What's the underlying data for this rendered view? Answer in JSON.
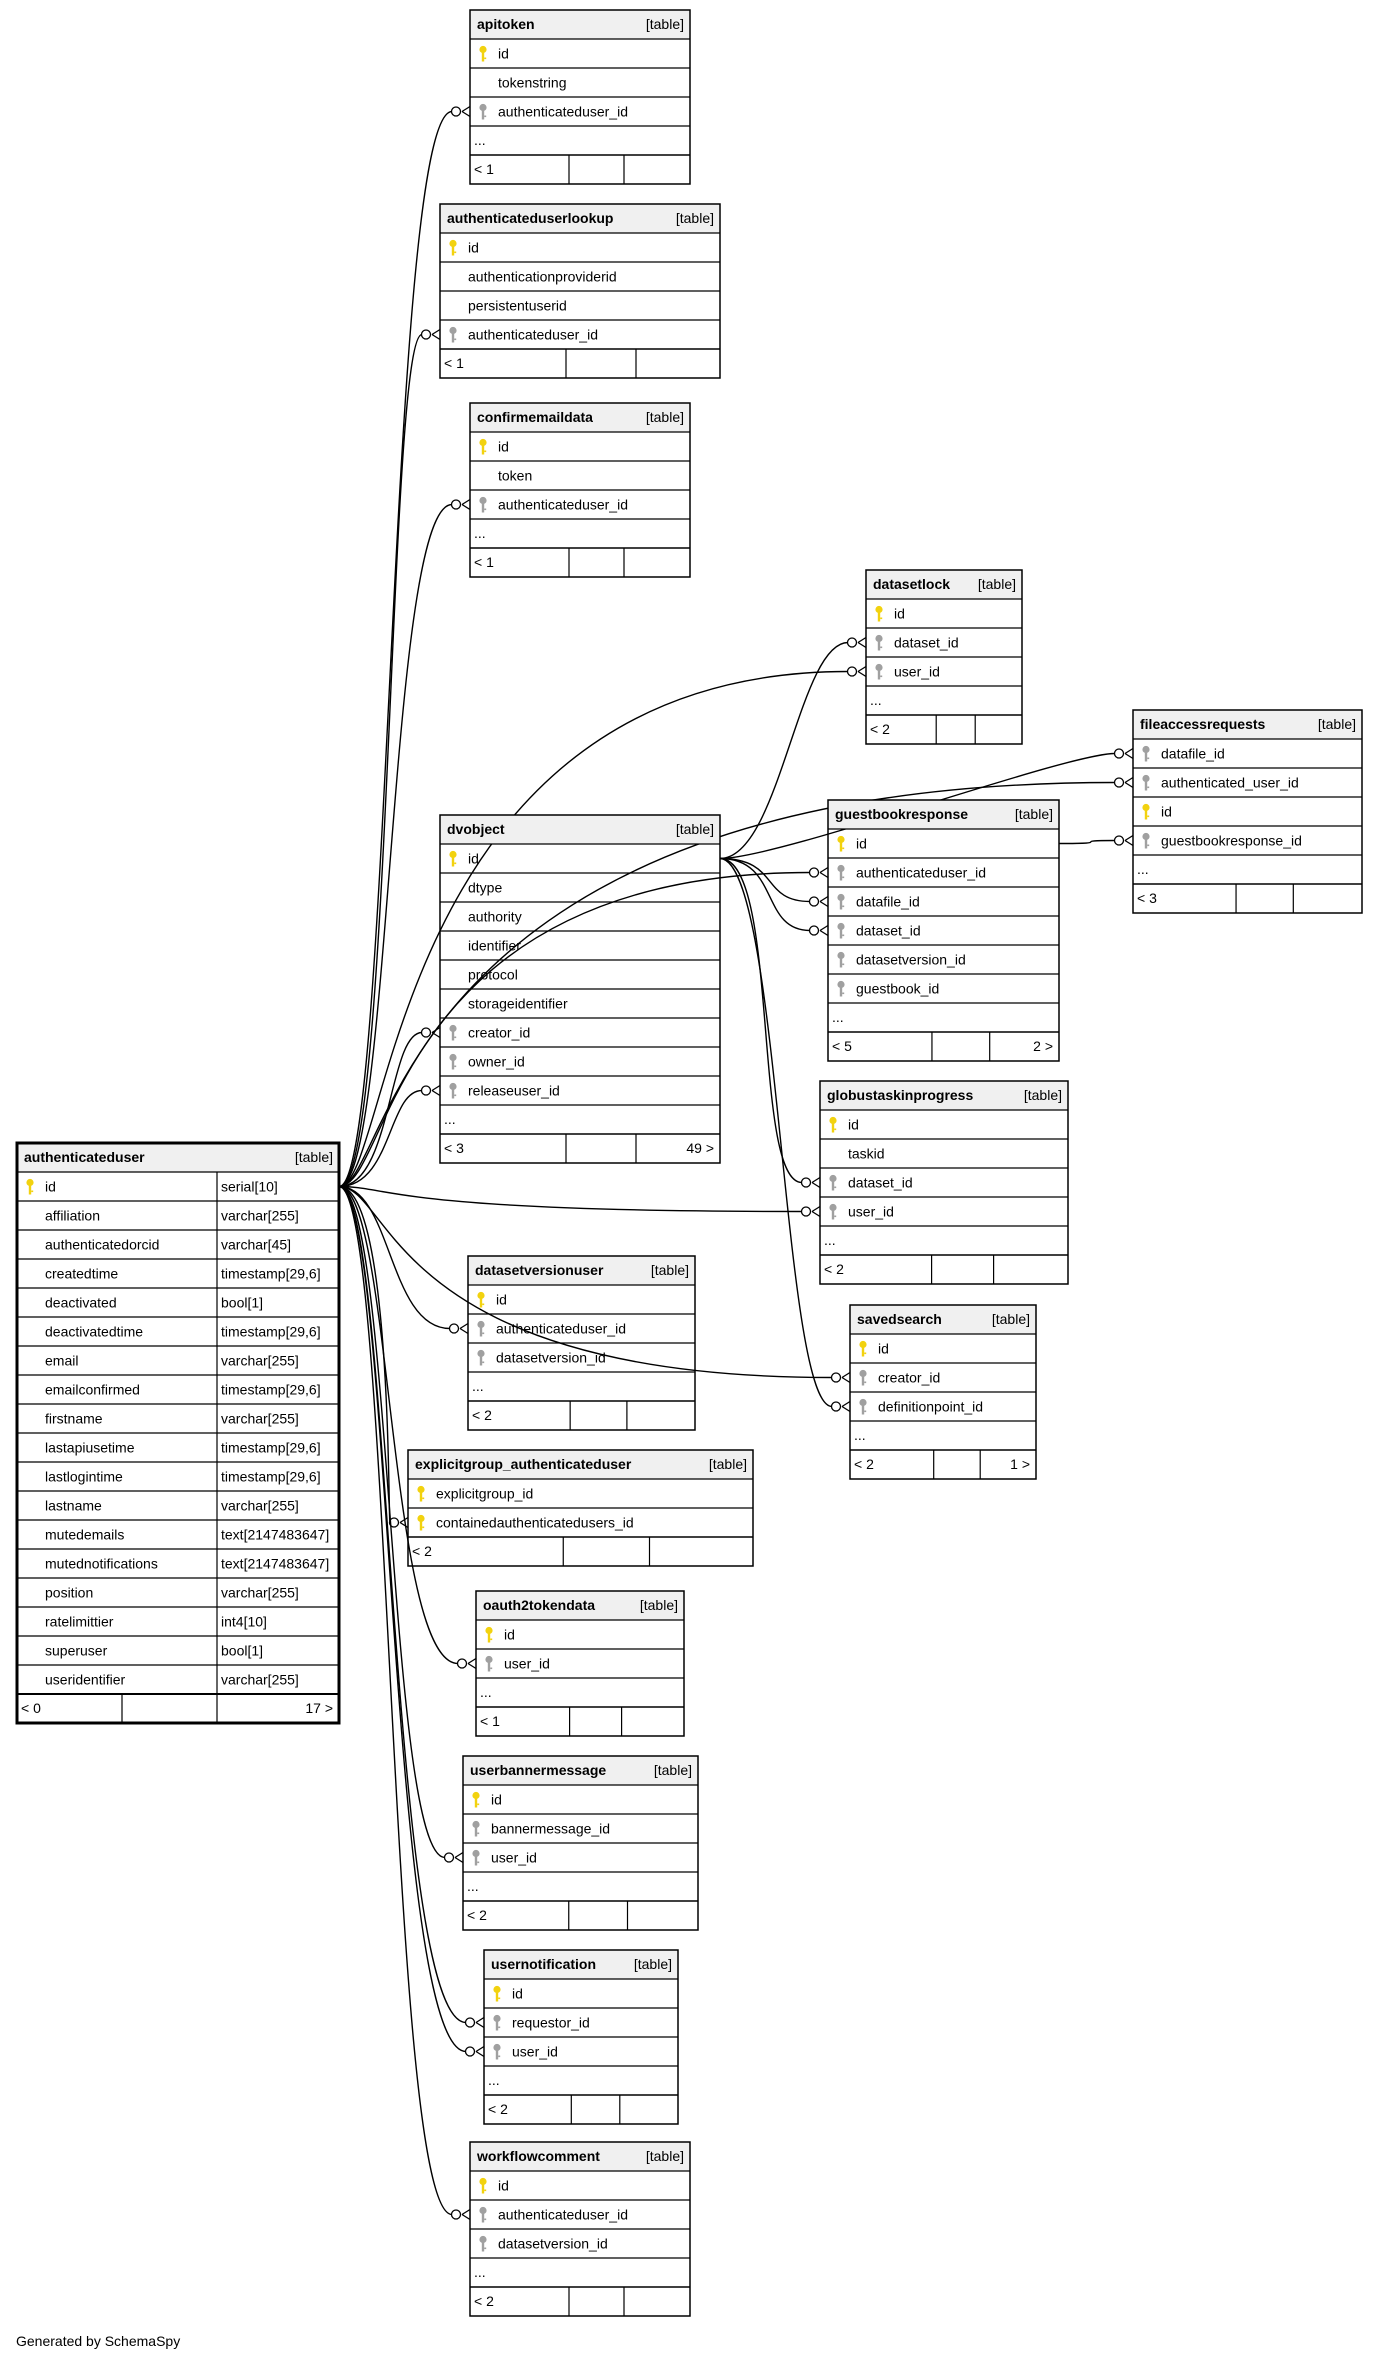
{
  "footer": "Generated by SchemaSpy",
  "colors": {
    "pk_key": "#f2d20f",
    "fk_key": "#a0a0a0",
    "header_bg": "#f0f0f0",
    "line": "#000000"
  },
  "tables": [
    {
      "name": "apitoken",
      "type": "[table]",
      "rows": [
        {
          "name": "id",
          "key": "pk"
        },
        {
          "name": "tokenstring",
          "key": ""
        },
        {
          "name": "authenticateduser_id",
          "key": "fk"
        }
      ],
      "ellipsis": "...",
      "footer": {
        "left": "< 1",
        "right": ""
      }
    },
    {
      "name": "authenticateduserlookup",
      "type": "[table]",
      "rows": [
        {
          "name": "id",
          "key": "pk"
        },
        {
          "name": "authenticationproviderid",
          "key": ""
        },
        {
          "name": "persistentuserid",
          "key": ""
        },
        {
          "name": "authenticateduser_id",
          "key": "fk"
        }
      ],
      "ellipsis": "",
      "footer": {
        "left": "< 1",
        "right": ""
      }
    },
    {
      "name": "confirmemaildata",
      "type": "[table]",
      "rows": [
        {
          "name": "id",
          "key": "pk"
        },
        {
          "name": "token",
          "key": ""
        },
        {
          "name": "authenticateduser_id",
          "key": "fk"
        }
      ],
      "ellipsis": "...",
      "footer": {
        "left": "< 1",
        "right": ""
      }
    },
    {
      "name": "datasetlock",
      "type": "[table]",
      "rows": [
        {
          "name": "id",
          "key": "pk"
        },
        {
          "name": "dataset_id",
          "key": "fk"
        },
        {
          "name": "user_id",
          "key": "fk"
        }
      ],
      "ellipsis": "...",
      "footer": {
        "left": "< 2",
        "right": ""
      }
    },
    {
      "name": "fileaccessrequests",
      "type": "[table]",
      "rows": [
        {
          "name": "datafile_id",
          "key": "fk"
        },
        {
          "name": "authenticated_user_id",
          "key": "fk"
        },
        {
          "name": "id",
          "key": "pk"
        },
        {
          "name": "guestbookresponse_id",
          "key": "fk"
        }
      ],
      "ellipsis": "...",
      "footer": {
        "left": "< 3",
        "right": ""
      }
    },
    {
      "name": "guestbookresponse",
      "type": "[table]",
      "rows": [
        {
          "name": "id",
          "key": "pk"
        },
        {
          "name": "authenticateduser_id",
          "key": "fk"
        },
        {
          "name": "datafile_id",
          "key": "fk"
        },
        {
          "name": "dataset_id",
          "key": "fk"
        },
        {
          "name": "datasetversion_id",
          "key": "fk"
        },
        {
          "name": "guestbook_id",
          "key": "fk"
        }
      ],
      "ellipsis": "...",
      "footer": {
        "left": "< 5",
        "right": "2 >"
      }
    },
    {
      "name": "dvobject",
      "type": "[table]",
      "rows": [
        {
          "name": "id",
          "key": "pk"
        },
        {
          "name": "dtype",
          "key": ""
        },
        {
          "name": "authority",
          "key": ""
        },
        {
          "name": "identifier",
          "key": ""
        },
        {
          "name": "protocol",
          "key": ""
        },
        {
          "name": "storageidentifier",
          "key": ""
        },
        {
          "name": "creator_id",
          "key": "fk"
        },
        {
          "name": "owner_id",
          "key": "fk"
        },
        {
          "name": "releaseuser_id",
          "key": "fk"
        }
      ],
      "ellipsis": "...",
      "footer": {
        "left": "< 3",
        "right": "49 >"
      }
    },
    {
      "name": "globustaskinprogress",
      "type": "[table]",
      "rows": [
        {
          "name": "id",
          "key": "pk"
        },
        {
          "name": "taskid",
          "key": ""
        },
        {
          "name": "dataset_id",
          "key": "fk"
        },
        {
          "name": "user_id",
          "key": "fk"
        }
      ],
      "ellipsis": "...",
      "footer": {
        "left": "< 2",
        "right": ""
      }
    },
    {
      "name": "authenticateduser",
      "type": "[table]",
      "rows": [
        {
          "name": "id",
          "key": "pk",
          "dtype": "serial[10]"
        },
        {
          "name": "affiliation",
          "key": "",
          "dtype": "varchar[255]"
        },
        {
          "name": "authenticatedorcid",
          "key": "",
          "dtype": "varchar[45]"
        },
        {
          "name": "createdtime",
          "key": "",
          "dtype": "timestamp[29,6]"
        },
        {
          "name": "deactivated",
          "key": "",
          "dtype": "bool[1]"
        },
        {
          "name": "deactivatedtime",
          "key": "",
          "dtype": "timestamp[29,6]"
        },
        {
          "name": "email",
          "key": "",
          "dtype": "varchar[255]"
        },
        {
          "name": "emailconfirmed",
          "key": "",
          "dtype": "timestamp[29,6]"
        },
        {
          "name": "firstname",
          "key": "",
          "dtype": "varchar[255]"
        },
        {
          "name": "lastapiusetime",
          "key": "",
          "dtype": "timestamp[29,6]"
        },
        {
          "name": "lastlogintime",
          "key": "",
          "dtype": "timestamp[29,6]"
        },
        {
          "name": "lastname",
          "key": "",
          "dtype": "varchar[255]"
        },
        {
          "name": "mutedemails",
          "key": "",
          "dtype": "text[2147483647]"
        },
        {
          "name": "mutednotifications",
          "key": "",
          "dtype": "text[2147483647]"
        },
        {
          "name": "position",
          "key": "",
          "dtype": "varchar[255]"
        },
        {
          "name": "ratelimittier",
          "key": "",
          "dtype": "int4[10]"
        },
        {
          "name": "superuser",
          "key": "",
          "dtype": "bool[1]"
        },
        {
          "name": "useridentifier",
          "key": "",
          "dtype": "varchar[255]"
        }
      ],
      "ellipsis": "",
      "footer": {
        "left": "< 0",
        "right": "17 >"
      }
    },
    {
      "name": "datasetversionuser",
      "type": "[table]",
      "rows": [
        {
          "name": "id",
          "key": "pk"
        },
        {
          "name": "authenticateduser_id",
          "key": "fk"
        },
        {
          "name": "datasetversion_id",
          "key": "fk"
        }
      ],
      "ellipsis": "...",
      "footer": {
        "left": "< 2",
        "right": ""
      }
    },
    {
      "name": "savedsearch",
      "type": "[table]",
      "rows": [
        {
          "name": "id",
          "key": "pk"
        },
        {
          "name": "creator_id",
          "key": "fk"
        },
        {
          "name": "definitionpoint_id",
          "key": "fk"
        }
      ],
      "ellipsis": "...",
      "footer": {
        "left": "< 2",
        "right": "1 >"
      }
    },
    {
      "name": "explicitgroup_authenticateduser",
      "type": "[table]",
      "rows": [
        {
          "name": "explicitgroup_id",
          "key": "pk"
        },
        {
          "name": "containedauthenticatedusers_id",
          "key": "pk"
        }
      ],
      "ellipsis": "",
      "footer": {
        "left": "< 2",
        "right": ""
      }
    },
    {
      "name": "oauth2tokendata",
      "type": "[table]",
      "rows": [
        {
          "name": "id",
          "key": "pk"
        },
        {
          "name": "user_id",
          "key": "fk"
        }
      ],
      "ellipsis": "...",
      "footer": {
        "left": "< 1",
        "right": ""
      }
    },
    {
      "name": "userbannermessage",
      "type": "[table]",
      "rows": [
        {
          "name": "id",
          "key": "pk"
        },
        {
          "name": "bannermessage_id",
          "key": "fk"
        },
        {
          "name": "user_id",
          "key": "fk"
        }
      ],
      "ellipsis": "...",
      "footer": {
        "left": "< 2",
        "right": ""
      }
    },
    {
      "name": "usernotification",
      "type": "[table]",
      "rows": [
        {
          "name": "id",
          "key": "pk"
        },
        {
          "name": "requestor_id",
          "key": "fk"
        },
        {
          "name": "user_id",
          "key": "fk"
        }
      ],
      "ellipsis": "...",
      "footer": {
        "left": "< 2",
        "right": ""
      }
    },
    {
      "name": "workflowcomment",
      "type": "[table]",
      "rows": [
        {
          "name": "id",
          "key": "pk"
        },
        {
          "name": "authenticateduser_id",
          "key": "fk"
        },
        {
          "name": "datasetversion_id",
          "key": "fk"
        }
      ],
      "ellipsis": "...",
      "footer": {
        "left": "< 2",
        "right": ""
      }
    }
  ],
  "relationships": [
    {
      "from": "authenticateduser",
      "to": "apitoken",
      "column": "authenticateduser_id"
    },
    {
      "from": "authenticateduser",
      "to": "authenticateduserlookup",
      "column": "authenticateduser_id"
    },
    {
      "from": "authenticateduser",
      "to": "confirmemaildata",
      "column": "authenticateduser_id"
    },
    {
      "from": "authenticateduser",
      "to": "datasetlock",
      "column": "user_id"
    },
    {
      "from": "authenticateduser",
      "to": "fileaccessrequests",
      "column": "authenticated_user_id"
    },
    {
      "from": "authenticateduser",
      "to": "guestbookresponse",
      "column": "authenticateduser_id"
    },
    {
      "from": "authenticateduser",
      "to": "dvobject",
      "column": "creator_id"
    },
    {
      "from": "authenticateduser",
      "to": "dvobject",
      "column": "releaseuser_id"
    },
    {
      "from": "authenticateduser",
      "to": "globustaskinprogress",
      "column": "user_id"
    },
    {
      "from": "authenticateduser",
      "to": "datasetversionuser",
      "column": "authenticateduser_id"
    },
    {
      "from": "authenticateduser",
      "to": "savedsearch",
      "column": "creator_id"
    },
    {
      "from": "authenticateduser",
      "to": "explicitgroup_authenticateduser",
      "column": "containedauthenticatedusers_id"
    },
    {
      "from": "authenticateduser",
      "to": "oauth2tokendata",
      "column": "user_id"
    },
    {
      "from": "authenticateduser",
      "to": "userbannermessage",
      "column": "user_id"
    },
    {
      "from": "authenticateduser",
      "to": "usernotification",
      "column": "requestor_id"
    },
    {
      "from": "authenticateduser",
      "to": "usernotification",
      "column": "user_id"
    },
    {
      "from": "authenticateduser",
      "to": "workflowcomment",
      "column": "authenticateduser_id"
    },
    {
      "from": "dvobject",
      "to": "datasetlock",
      "column": "dataset_id"
    },
    {
      "from": "dvobject",
      "to": "fileaccessrequests",
      "column": "datafile_id"
    },
    {
      "from": "dvobject",
      "to": "guestbookresponse",
      "column": "datafile_id"
    },
    {
      "from": "dvobject",
      "to": "guestbookresponse",
      "column": "dataset_id"
    },
    {
      "from": "dvobject",
      "to": "globustaskinprogress",
      "column": "dataset_id"
    },
    {
      "from": "dvobject",
      "to": "savedsearch",
      "column": "definitionpoint_id"
    },
    {
      "from": "guestbookresponse",
      "to": "fileaccessrequests",
      "column": "guestbookresponse_id"
    }
  ]
}
